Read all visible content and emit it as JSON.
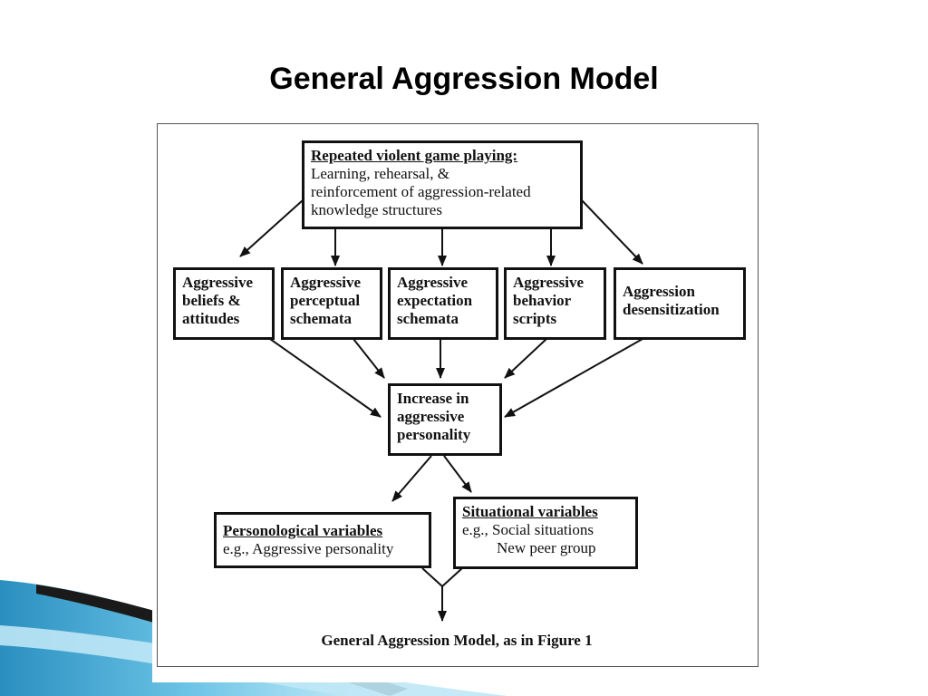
{
  "slide": {
    "title": "General Aggression Model"
  },
  "diagram": {
    "top_box": {
      "heading": "Repeated violent game playing:",
      "lines": [
        "Learning, rehearsal, &",
        "reinforcement of aggression-related",
        "knowledge structures"
      ]
    },
    "middle_boxes": [
      {
        "lines": [
          "Aggressive",
          "beliefs &",
          "attitudes"
        ]
      },
      {
        "lines": [
          "Aggressive",
          "perceptual",
          "schemata"
        ]
      },
      {
        "lines": [
          "Aggressive",
          "expectation",
          "schemata"
        ]
      },
      {
        "lines": [
          "Aggressive",
          "behavior",
          "scripts"
        ]
      },
      {
        "lines": [
          "Aggression",
          "desensitization"
        ]
      }
    ],
    "personality_box": {
      "lines": [
        "Increase in",
        "aggressive",
        "personality"
      ]
    },
    "personological_box": {
      "heading": "Personological variables",
      "lines": [
        "e.g., Aggressive personality"
      ]
    },
    "situational_box": {
      "heading": "Situational variables",
      "lines": [
        "e.g., Social situations",
        "New peer group"
      ]
    },
    "caption": "General Aggression Model, as in Figure 1"
  },
  "colors": {
    "line": "#111111",
    "accent_dark": "#1a1a1a",
    "accent_blue": "#2a9bc9",
    "accent_light": "#a8dcef"
  }
}
